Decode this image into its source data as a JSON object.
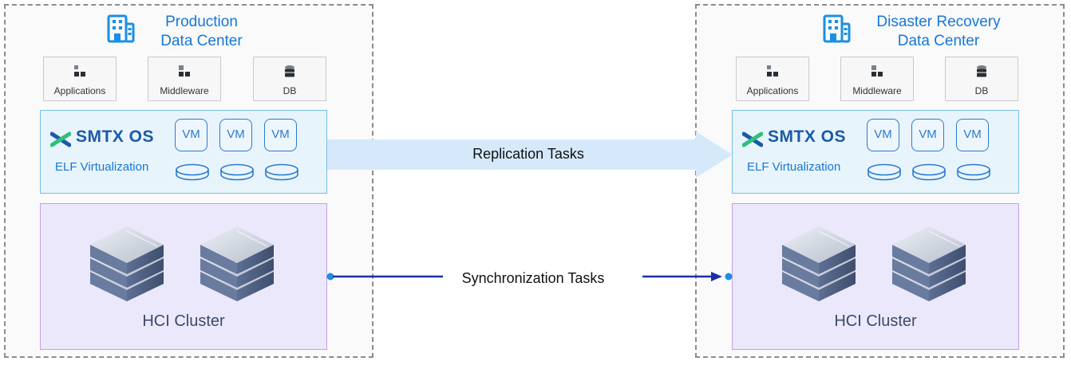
{
  "production": {
    "title": "Production\nData Center",
    "apps": [
      {
        "label": "Applications",
        "icon": "applications-icon"
      },
      {
        "label": "Middleware",
        "icon": "middleware-icon"
      },
      {
        "label": "DB",
        "icon": "database-icon"
      }
    ],
    "smtx_name": "SMTX OS",
    "elf_name": "ELF Virtualization",
    "vms": [
      "VM",
      "VM",
      "VM"
    ],
    "cluster_label": "HCI Cluster"
  },
  "recovery": {
    "title": "Disaster Recovery\nData Center",
    "apps": [
      {
        "label": "Applications",
        "icon": "applications-icon"
      },
      {
        "label": "Middleware",
        "icon": "middleware-icon"
      },
      {
        "label": "DB",
        "icon": "database-icon"
      }
    ],
    "smtx_name": "SMTX OS",
    "elf_name": "ELF Virtualization",
    "vms": [
      "VM",
      "VM",
      "VM"
    ],
    "cluster_label": "HCI Cluster"
  },
  "links": {
    "replication_label": "Replication Tasks",
    "synchronization_label": "Synchronization Tasks"
  },
  "colors": {
    "accent_blue": "#1677d6",
    "navy_arrow": "#1a2fa8",
    "replication_arrow": "#d6e9fb",
    "smtx_fill": "#e8f4fc",
    "hci_fill": "#ebe8fb"
  }
}
